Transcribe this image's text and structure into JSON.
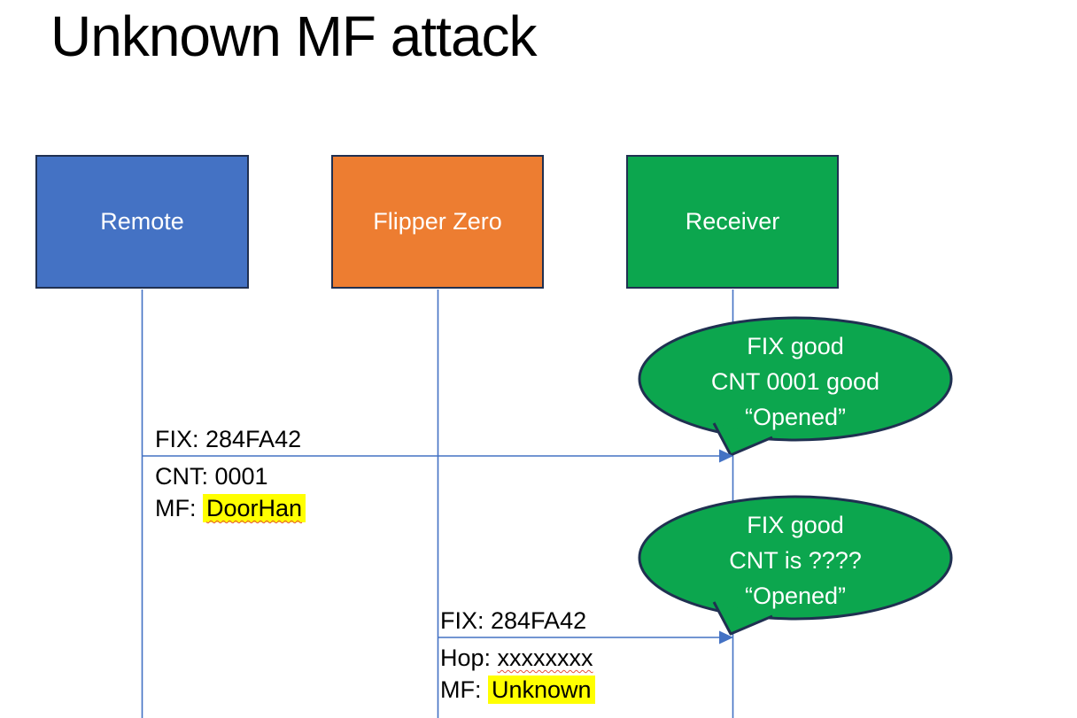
{
  "title": "Unknown MF attack",
  "actors": [
    {
      "label": "Remote"
    },
    {
      "label": "Flipper Zero"
    },
    {
      "label": "Receiver"
    }
  ],
  "message1": {
    "line1": "FIX: 284FA42",
    "line2": "CNT: 0001",
    "line3_prefix": "MF: ",
    "line3_value": "DoorHan"
  },
  "message2": {
    "line1": "FIX: 284FA42",
    "line2_prefix": "Hop: ",
    "line2_value": "xxxxxxxx",
    "line3_prefix": "MF: ",
    "line3_value": "Unknown"
  },
  "callout1": {
    "line1": "FIX good",
    "line2": "CNT 0001 good",
    "line3": "“Opened”"
  },
  "callout2": {
    "line1": "FIX good",
    "line2": "CNT is ????",
    "line3": "“Opened”"
  },
  "colors": {
    "remote_fill": "#4472C4",
    "flipper_fill": "#ED7D31",
    "receiver_fill": "#0CA64E",
    "box_border": "#203051",
    "lifeline_and_arrow": "#4472C4",
    "callout_fill": "#0CA64E",
    "callout_border": "#203051",
    "highlight": "#FFFF00",
    "spellcheck_squiggle": "#E4513B",
    "title_text": "#000000",
    "box_text": "#FFFFFF"
  }
}
